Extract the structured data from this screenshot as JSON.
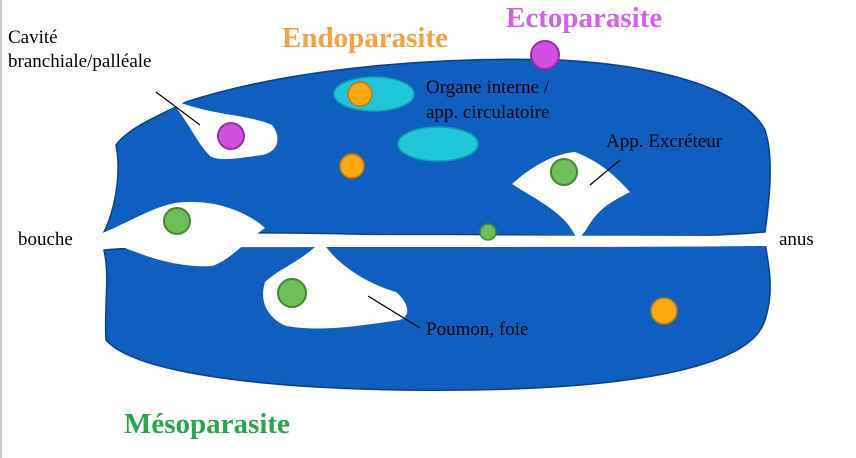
{
  "titles": {
    "endo": "Endoparasite",
    "ecto": "Ectoparasite",
    "meso": "Mésoparasite"
  },
  "labels": {
    "cavite_line1": "Cavité",
    "cavite_line2": "branchiale/palléale",
    "organe_line1": "Organe interne /",
    "organe_line2": "app. circulatoire",
    "excreteur": "App. Excréteur",
    "bouche": "bouche",
    "anus": "anus",
    "poumon": "Poumon, foie"
  },
  "colors": {
    "body_fill": "#0f5fc0",
    "body_stroke": "#0a3f8a",
    "endo": "#f7a23c",
    "ecto": "#d163e6",
    "meso": "#26a84a",
    "orange_dot": "#ffa70f",
    "green_dot": "#6cc057",
    "purple_dot": "#d14fe0",
    "cyan_organ": "#1ec8d8"
  }
}
